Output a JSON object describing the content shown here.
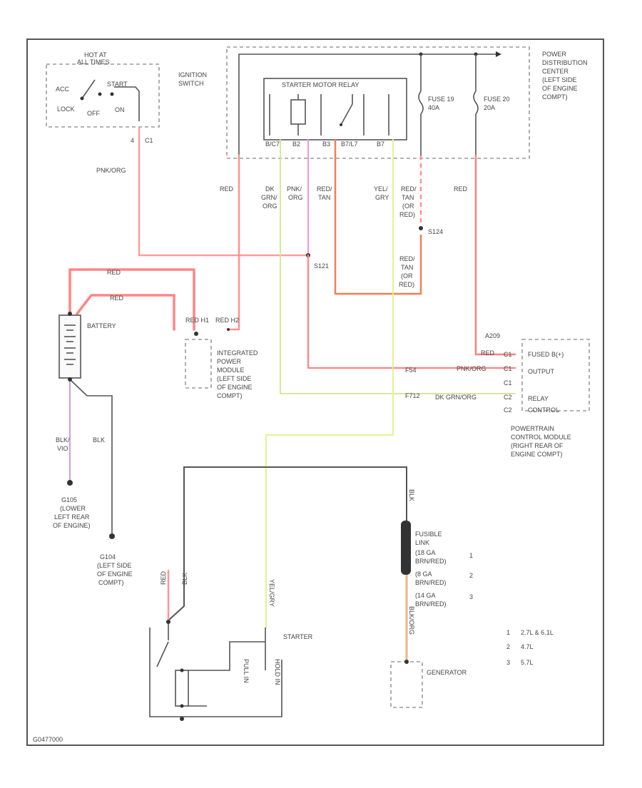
{
  "colors": {
    "red": "#ff8a8a",
    "orange": "#f27a4a",
    "yellow": "#e4f08a",
    "green": "#c7e880",
    "pink": "#f0a0e6",
    "violet": "#c59be8",
    "black": "#555555",
    "tan": "#e6b98a"
  },
  "ignition": {
    "hot": "HOT AT",
    "all_times": "ALL TIMES",
    "start": "START",
    "acc": "ACC",
    "lock": "LOCK",
    "off": "OFF",
    "on": "ON",
    "title": [
      "IGNITION",
      "SWITCH"
    ],
    "pin": "4",
    "conn": "C1"
  },
  "pdc": {
    "title": [
      "POWER",
      "DISTRIBUTION",
      "CENTER",
      "(LEFT SIDE",
      "OF ENGINE",
      "COMPT)"
    ],
    "relay_title": "STARTER MOTOR RELAY",
    "relay_pins": [
      "B/C7",
      "B2",
      "B3",
      "B7/L7",
      "B7"
    ],
    "fuse19": [
      "FUSE 19",
      "40A"
    ],
    "fuse20": [
      "FUSE 20",
      "20A"
    ]
  },
  "wires": {
    "pk_org": "PNK/ORG",
    "red": "RED",
    "dg_org": [
      "DK",
      "GRN/",
      "ORG"
    ],
    "pnk_org": [
      "PNK/",
      "ORG"
    ],
    "red_tan": [
      "RED/",
      "TAN"
    ],
    "yel_gry": [
      "YEL/",
      "GRY"
    ],
    "red_tan_or": [
      "RED/",
      "TAN",
      "(OR",
      "RED)"
    ],
    "red_tan_or2": [
      "RED/",
      "TAN",
      "(OR",
      "RED)"
    ],
    "red_a": "RED",
    "red_b": "RED",
    "red_h1": "RED  H1",
    "red_h2": "RED  H2",
    "blk_vio": [
      "BLK/",
      "VIO"
    ],
    "blk": "BLK",
    "red_s": "RED",
    "blk_s": "BLK",
    "yel_s": "YEL/GRY",
    "fl_top": "BLK",
    "fl_bot": "BLK/ORG"
  },
  "splices": {
    "s124": "S124",
    "s121": "S121"
  },
  "battery": "BATTERY",
  "ipm": [
    "INTEGRATED",
    "POWER",
    "MODULE",
    "(LEFT SIDE",
    "OF ENGINE",
    "COMPT)"
  ],
  "pcm": {
    "pin_num": "A209",
    "conn1": "C1",
    "conn2": "C2",
    "fused": "FUSED B(+)",
    "output": "OUTPUT",
    "relay": "RELAY",
    "control": "CONTROL",
    "red": "RED",
    "pnk_org": "PNK/ORG",
    "dg_org": "DK GRN/ORG",
    "w1": "F54",
    "w2": "F712",
    "title": [
      "POWERTRAIN",
      "CONTROL MODULE",
      "(RIGHT REAR OF",
      "ENGINE COMPT)"
    ]
  },
  "grounds": {
    "g105": [
      "G105",
      "(LOWER",
      "LEFT REAR",
      "OF ENGINE)"
    ],
    "g104": [
      "G104",
      "(LEFT SIDE",
      "OF ENGINE",
      "COMPT)"
    ]
  },
  "starter": {
    "title": "STARTER",
    "pull_in": "PULL IN",
    "hold_in": "HOLD IN"
  },
  "fusible": {
    "title": [
      "FUSIBLE",
      "LINK",
      "(18 GA",
      "BRN/RED)",
      "(8 GA",
      "BRN/RED)",
      "(14 GA",
      "BRN/RED)"
    ],
    "marks": [
      "1",
      "2",
      "3"
    ]
  },
  "generator": "GENERATOR",
  "legend": [
    {
      "num": "1",
      "text": "2.7L & 6.1L"
    },
    {
      "num": "2",
      "text": "4.7L"
    },
    {
      "num": "3",
      "text": "5.7L"
    }
  ],
  "figure_id": "G0477000"
}
